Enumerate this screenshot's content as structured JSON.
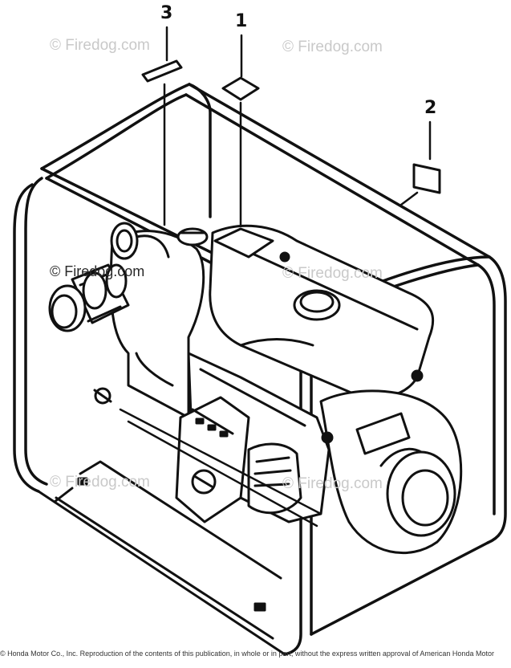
{
  "callouts": {
    "one": "1",
    "two": "2",
    "three": "3"
  },
  "watermarks": {
    "top_left": "© Firedog.com",
    "top_right": "© Firedog.com",
    "mid_left": "© Firedog.com",
    "mid_right": "© Firedog.com",
    "low_left": "© Firedog.com",
    "low_right": "© Firedog.com"
  },
  "footer_text": "© Honda Motor Co., Inc. Reproduction of the contents of this publication, in whole or in part, without the express written approval of American Honda Motor",
  "colors": {
    "line": "#111111",
    "watermark": "#c9c9c9",
    "background": "#ffffff"
  }
}
